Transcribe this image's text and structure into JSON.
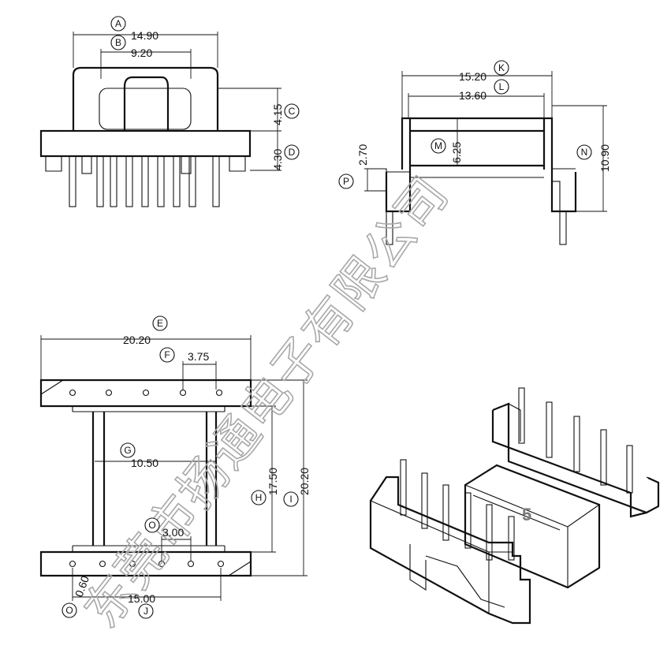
{
  "dimensions": {
    "A": "14.90",
    "B": "9.20",
    "C": "4.15",
    "D": "4.30",
    "K": "15.20",
    "L": "13.60",
    "M": "6.25",
    "N": "10.90",
    "P": "2.70",
    "E": "20.20",
    "F": "3.75",
    "G": "10.50",
    "H": "17.50",
    "I": "20.20",
    "O_top": "3.00",
    "O_side": "0.60",
    "J": "15.00"
  },
  "callouts": {
    "A": "A",
    "B": "B",
    "C": "C",
    "D": "D",
    "E": "E",
    "F": "F",
    "G": "G",
    "H": "H",
    "I": "I",
    "J": "J",
    "K": "K",
    "L": "L",
    "M": "M",
    "N": "N",
    "O_top": "O",
    "O_side": "O",
    "P": "P"
  },
  "watermark": "东莞市扬通电子有限公司",
  "figure_number": "5"
}
